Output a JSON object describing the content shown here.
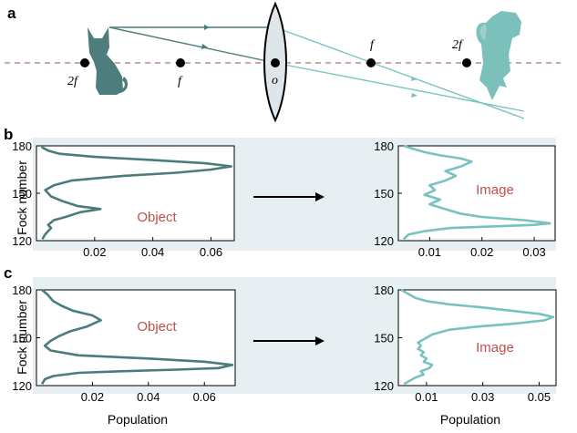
{
  "panel_a": {
    "letter": "a",
    "points": [
      {
        "label": "2f"
      },
      {
        "label": "f"
      },
      {
        "label": "o"
      },
      {
        "label": "f"
      },
      {
        "label": "2f"
      }
    ]
  },
  "panels": [
    {
      "letter": "b"
    },
    {
      "letter": "c"
    }
  ],
  "axis_titles": {
    "y": "Fock number",
    "x_left": "Population",
    "x_right": "Population"
  },
  "colors": {
    "object_line": "#4a7c7c",
    "image_line": "#78c2c0",
    "cat_object": "#4f7c7c",
    "cat_image": "#7cc0bc",
    "panel_bg": "#e8eff2",
    "axis_dash": "#c8a8a8",
    "label_red": "#c0504d"
  },
  "chart_data": [
    {
      "type": "line",
      "panel": "b",
      "label": "Object",
      "ylabel": "Fock number",
      "xlabel": "",
      "y_ticks": [
        "120",
        "150",
        "180"
      ],
      "x_ticks": [
        "0.02",
        "0.04",
        "0.06"
      ],
      "xlim": [
        0,
        0.068
      ],
      "ylim": [
        120,
        180
      ],
      "series": [
        {
          "x": [
            0.002,
            0.003,
            0.005,
            0.004,
            0.006,
            0.01,
            0.015,
            0.022,
            0.014,
            0.009,
            0.005,
            0.003,
            0.006,
            0.012,
            0.03,
            0.048,
            0.06,
            0.067,
            0.058,
            0.04,
            0.02,
            0.008,
            0.004,
            0.002,
            0.002
          ],
          "y": [
            121,
            124,
            128,
            130,
            133,
            135,
            138,
            140,
            142,
            145,
            148,
            152,
            155,
            158,
            161,
            163,
            165,
            167,
            169,
            171,
            173,
            175,
            177,
            179,
            180
          ]
        }
      ]
    },
    {
      "type": "line",
      "panel": "b",
      "label": "Image",
      "ylabel": "",
      "xlabel": "",
      "y_ticks": [
        "120",
        "150",
        "180"
      ],
      "x_ticks": [
        "0.01",
        "0.02",
        "0.03"
      ],
      "xlim": [
        0.004,
        0.034
      ],
      "ylim": [
        120,
        180
      ],
      "series": [
        {
          "x": [
            0.005,
            0.006,
            0.009,
            0.014,
            0.022,
            0.03,
            0.033,
            0.028,
            0.02,
            0.016,
            0.014,
            0.012,
            0.01,
            0.012,
            0.009,
            0.011,
            0.01,
            0.013,
            0.015,
            0.013,
            0.016,
            0.018,
            0.016,
            0.012,
            0.009,
            0.007,
            0.006,
            0.005
          ],
          "y": [
            121,
            124,
            126,
            128,
            129,
            130,
            131,
            133,
            135,
            137,
            139,
            141,
            143,
            146,
            149,
            152,
            155,
            158,
            161,
            164,
            167,
            170,
            172,
            174,
            176,
            178,
            179,
            180
          ]
        }
      ]
    },
    {
      "type": "line",
      "panel": "c",
      "label": "Object",
      "ylabel": "Fock number",
      "xlabel": "Population",
      "y_ticks": [
        "120",
        "150",
        "180"
      ],
      "x_ticks": [
        "0.02",
        "0.04",
        "0.06"
      ],
      "xlim": [
        0,
        0.071
      ],
      "ylim": [
        120,
        180
      ],
      "series": [
        {
          "x": [
            0.002,
            0.003,
            0.006,
            0.015,
            0.03,
            0.05,
            0.065,
            0.07,
            0.06,
            0.04,
            0.015,
            0.005,
            0.003,
            0.005,
            0.008,
            0.012,
            0.018,
            0.023,
            0.02,
            0.013,
            0.009,
            0.006,
            0.004,
            0.002
          ],
          "y": [
            121,
            124,
            126,
            128,
            129,
            130,
            131,
            133,
            135,
            137,
            139,
            142,
            145,
            148,
            151,
            154,
            157,
            161,
            164,
            167,
            170,
            173,
            177,
            180
          ]
        }
      ]
    },
    {
      "type": "line",
      "panel": "c",
      "label": "Image",
      "ylabel": "",
      "xlabel": "Population",
      "y_ticks": [
        "120",
        "150",
        "180"
      ],
      "x_ticks": [
        "0.01",
        "0.03",
        "0.05"
      ],
      "xlim": [
        0,
        0.056
      ],
      "ylim": [
        120,
        180
      ],
      "series": [
        {
          "x": [
            0.002,
            0.004,
            0.006,
            0.009,
            0.008,
            0.011,
            0.012,
            0.009,
            0.01,
            0.008,
            0.009,
            0.007,
            0.008,
            0.007,
            0.009,
            0.012,
            0.018,
            0.028,
            0.042,
            0.052,
            0.055,
            0.05,
            0.04,
            0.03,
            0.018,
            0.01,
            0.006,
            0.003,
            0.001
          ],
          "y": [
            121,
            123,
            125,
            127,
            129,
            131,
            133,
            135,
            137,
            139,
            141,
            143,
            145,
            147,
            149,
            152,
            155,
            157,
            159,
            161,
            163,
            165,
            167,
            169,
            171,
            173,
            175,
            178,
            180
          ]
        }
      ]
    }
  ],
  "arrows": [
    {
      "panel": "b"
    },
    {
      "panel": "c"
    }
  ]
}
